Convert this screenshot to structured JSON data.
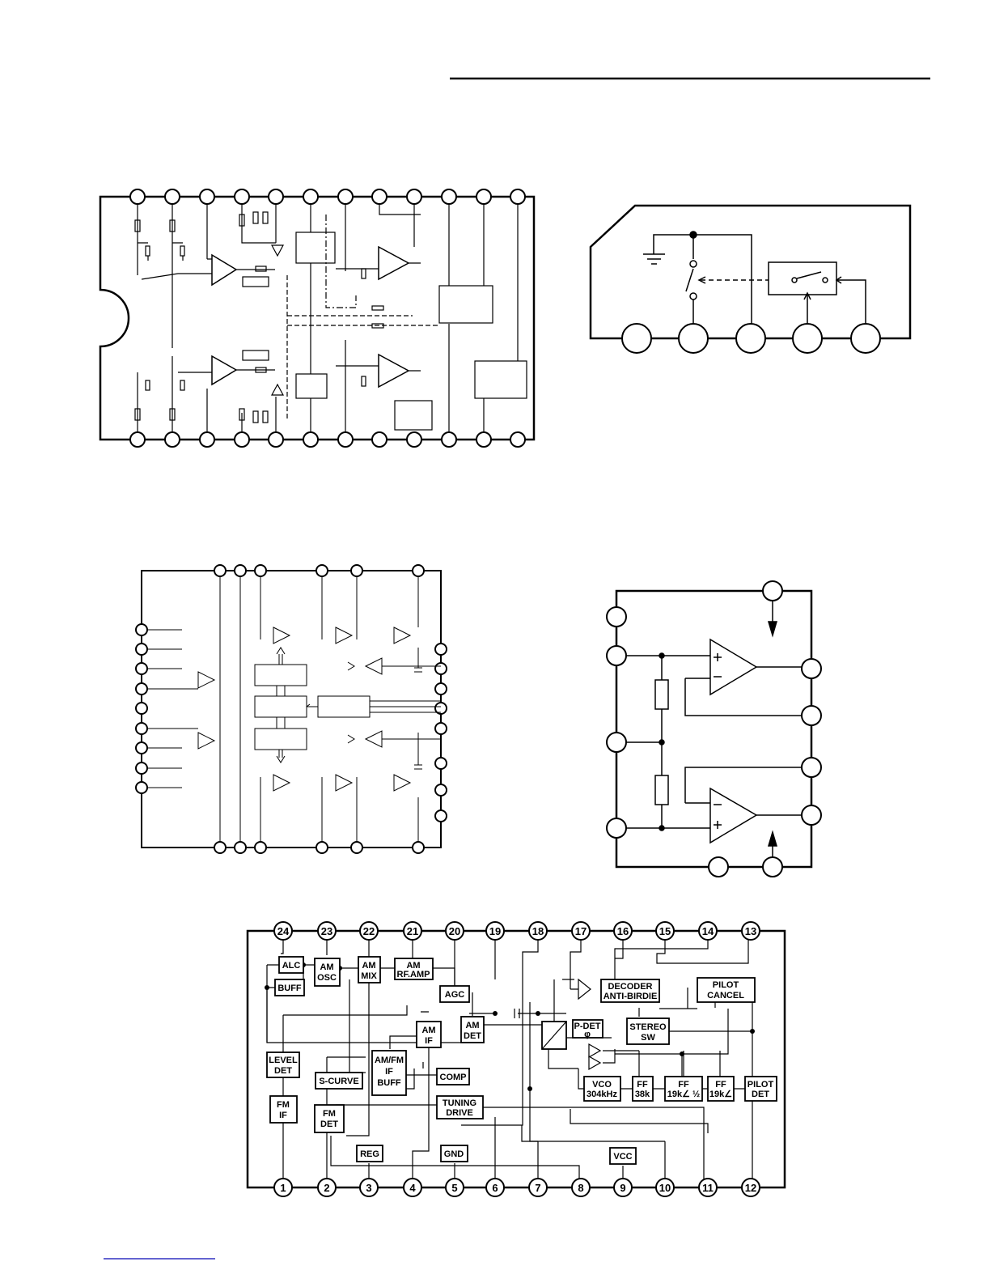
{
  "ic": {
    "top_pins": [
      "24",
      "23",
      "22",
      "21",
      "20",
      "19",
      "18",
      "17",
      "16",
      "15",
      "14",
      "13"
    ],
    "bottom_pins": [
      "1",
      "2",
      "3",
      "4",
      "5",
      "6",
      "7",
      "8",
      "9",
      "10",
      "11",
      "12"
    ],
    "blocks": {
      "alc": [
        "ALC"
      ],
      "buff": [
        "BUFF"
      ],
      "am_osc": [
        "AM",
        "OSC"
      ],
      "am_mix": [
        "AM",
        "MIX"
      ],
      "am_rf_amp": [
        "AM",
        "RF.AMP"
      ],
      "agc": [
        "AGC"
      ],
      "am_if": [
        "AM",
        "IF"
      ],
      "am_det": [
        "AM",
        "DET"
      ],
      "level_det": [
        "LEVEL",
        "DET"
      ],
      "s_curve": [
        "S-CURVE"
      ],
      "am_fm_if_buff": [
        "AM/FM",
        "IF",
        "BUFF"
      ],
      "comp": [
        "COMP"
      ],
      "fm_if": [
        "FM",
        "IF"
      ],
      "fm_det": [
        "FM",
        "DET"
      ],
      "tuning_drive": [
        "TUNING",
        "DRIVE"
      ],
      "reg": [
        "REG"
      ],
      "gnd": [
        "GND"
      ],
      "vcc": [
        "VCC"
      ],
      "decoder": [
        "DECODER",
        "ANTI-BIRDIE"
      ],
      "pilot_cancel": [
        "PILOT",
        "CANCEL"
      ],
      "p_det": [
        "P-DET",
        "φ"
      ],
      "stereo_sw": [
        "STEREO",
        "SW"
      ],
      "vco": [
        "VCO",
        "304kHz"
      ],
      "ff_38k": [
        "FF",
        "38k"
      ],
      "ff_19k_half": [
        "FF",
        "19k∠ ½"
      ],
      "ff_19k": [
        "FF",
        "19k∠"
      ],
      "pilot_det": [
        "PILOT",
        "DET"
      ]
    }
  }
}
